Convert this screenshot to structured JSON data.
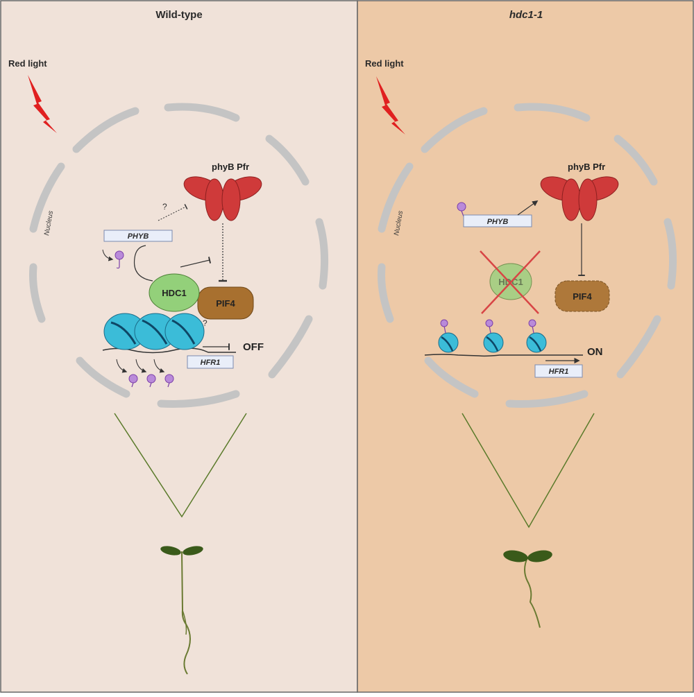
{
  "colors": {
    "wildtype_bg": "#f0e2d9",
    "mutant_bg": "#edc9a7",
    "membrane": "#c4c4c4",
    "phyb": "#cf3a3a",
    "hdc1": "#93d07a",
    "pif4": "#a8702f",
    "nucleosome": "#3bbcd8",
    "acetyl": "#9b5dc9",
    "lightning": "#e02020",
    "seedling": "#4f6b2a"
  },
  "panels": {
    "left": {
      "title": "Wild-type",
      "light_label": "Red light",
      "nucleus_label": "Nucleus",
      "phyb_label": "phyB Pfr",
      "phyb_gene": "PHYB",
      "hdc1_label": "HDC1",
      "pif4_label": "PIF4",
      "hfr1_gene": "HFR1",
      "state": "OFF",
      "question_1": "?",
      "question_2": "?"
    },
    "right": {
      "title": "hdc1-1",
      "light_label": "Red light",
      "nucleus_label": "Nucleus",
      "phyb_label": "phyB Pfr",
      "phyb_gene": "PHYB",
      "hdc1_label": "HDC1",
      "pif4_label": "PIF4",
      "hfr1_gene": "HFR1",
      "state": "ON"
    }
  }
}
